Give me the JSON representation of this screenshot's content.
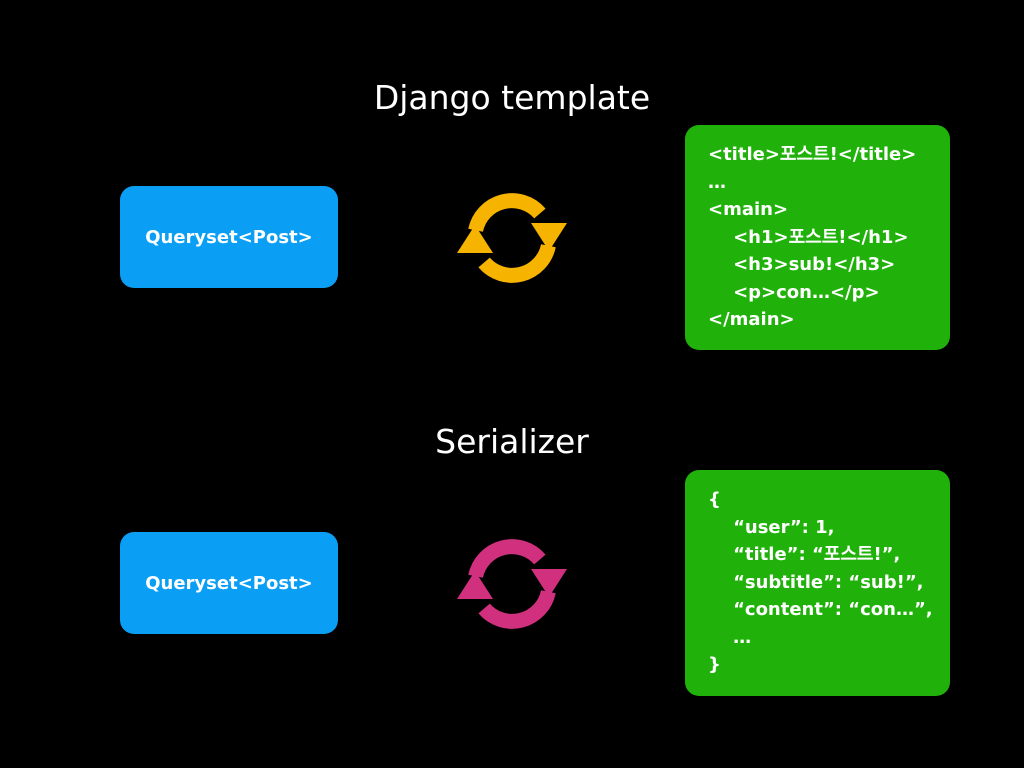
{
  "colors": {
    "background": "#000000",
    "queryset_box": "#0a9ff5",
    "code_box": "#20b20a",
    "sync_template": "#f6b400",
    "sync_serializer": "#d0307e",
    "text": "#ffffff"
  },
  "template_section": {
    "title": "Django template",
    "queryset_label": "Queryset<Post>",
    "sync_icon": "sync-arrows-icon",
    "code_lines": [
      "<title>포스트!</title>",
      "…",
      "<main>",
      "    <h1>포스트!</h1>",
      "    <h3>sub!</h3>",
      "    <p>con…</p>",
      "</main>"
    ]
  },
  "serializer_section": {
    "title": "Serializer",
    "queryset_label": "Queryset<Post>",
    "sync_icon": "sync-arrows-icon",
    "code_lines": [
      "{",
      "    “user”: 1,",
      "    “title”: “포스트!”,",
      "    “subtitle”: “sub!”,",
      "    “content”: “con…”,",
      "    …",
      "}"
    ]
  }
}
